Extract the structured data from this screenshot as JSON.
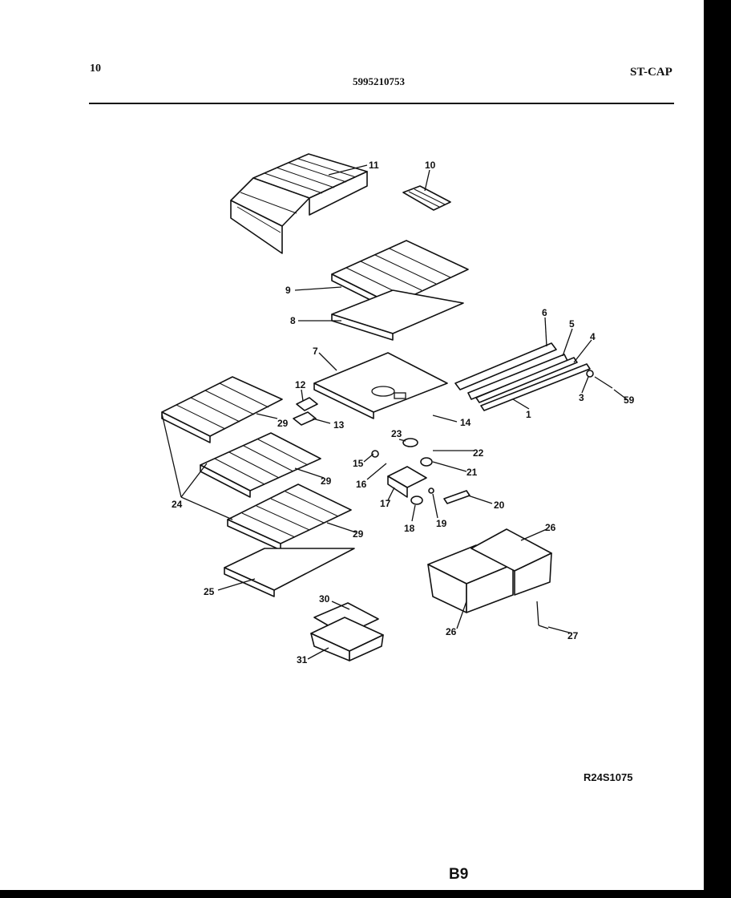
{
  "header": {
    "page_number": "10",
    "part_number": "5995210753",
    "model_code": "ST-CAP"
  },
  "footer": {
    "reference_code": "R24S1075",
    "sheet_id": "B9"
  },
  "callouts": [
    {
      "id": "c1",
      "text": "1"
    },
    {
      "id": "c3",
      "text": "3"
    },
    {
      "id": "c4",
      "text": "4"
    },
    {
      "id": "c5",
      "text": "5"
    },
    {
      "id": "c6",
      "text": "6"
    },
    {
      "id": "c7",
      "text": "7"
    },
    {
      "id": "c8",
      "text": "8"
    },
    {
      "id": "c9",
      "text": "9"
    },
    {
      "id": "c10",
      "text": "10"
    },
    {
      "id": "c11",
      "text": "11"
    },
    {
      "id": "c12",
      "text": "12"
    },
    {
      "id": "c13",
      "text": "13"
    },
    {
      "id": "c14",
      "text": "14"
    },
    {
      "id": "c15",
      "text": "15"
    },
    {
      "id": "c16",
      "text": "16"
    },
    {
      "id": "c17",
      "text": "17"
    },
    {
      "id": "c18",
      "text": "18"
    },
    {
      "id": "c19",
      "text": "19"
    },
    {
      "id": "c20",
      "text": "20"
    },
    {
      "id": "c21",
      "text": "21"
    },
    {
      "id": "c22",
      "text": "22"
    },
    {
      "id": "c23",
      "text": "23"
    },
    {
      "id": "c24",
      "text": "24"
    },
    {
      "id": "c25",
      "text": "25"
    },
    {
      "id": "c26a",
      "text": "26"
    },
    {
      "id": "c26b",
      "text": "26"
    },
    {
      "id": "c27",
      "text": "27"
    },
    {
      "id": "c29a",
      "text": "29"
    },
    {
      "id": "c29b",
      "text": "29"
    },
    {
      "id": "c29c",
      "text": "29"
    },
    {
      "id": "c30",
      "text": "30"
    },
    {
      "id": "c31",
      "text": "31"
    },
    {
      "id": "c59",
      "text": "59"
    }
  ]
}
